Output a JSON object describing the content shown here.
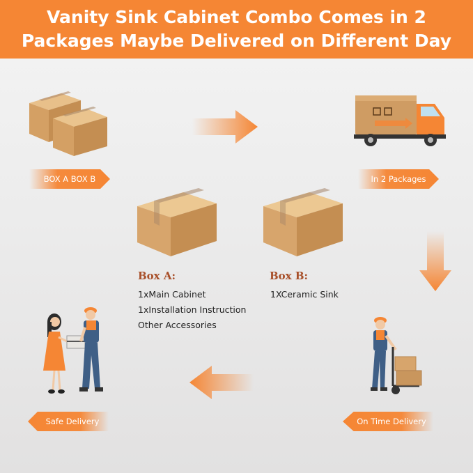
{
  "banner": {
    "line1": "Vanity Sink Cabinet Combo Comes in 2",
    "line2": "Packages Maybe Delivered on Different Day"
  },
  "steps": {
    "boxes_label": "BOX A BOX B",
    "packages_label": "In 2 Packages",
    "on_time_label": "On Time Delivery",
    "safe_label": "Safe Delivery"
  },
  "box_a": {
    "heading": "Box A:",
    "items": [
      "1xMain Cabinet",
      "1xInstallation Instruction",
      "Other Accessories"
    ]
  },
  "box_b": {
    "heading": "Box B:",
    "items": [
      "1XCeramic Sink"
    ]
  },
  "colors": {
    "accent": "#f58634",
    "heading_brown": "#a8502a",
    "cardboard": "#d7a56c"
  },
  "icons": [
    "cardboard-box-icon",
    "delivery-truck-icon",
    "arrow-icon",
    "delivery-man-icon",
    "hand-truck-icon",
    "woman-icon"
  ]
}
